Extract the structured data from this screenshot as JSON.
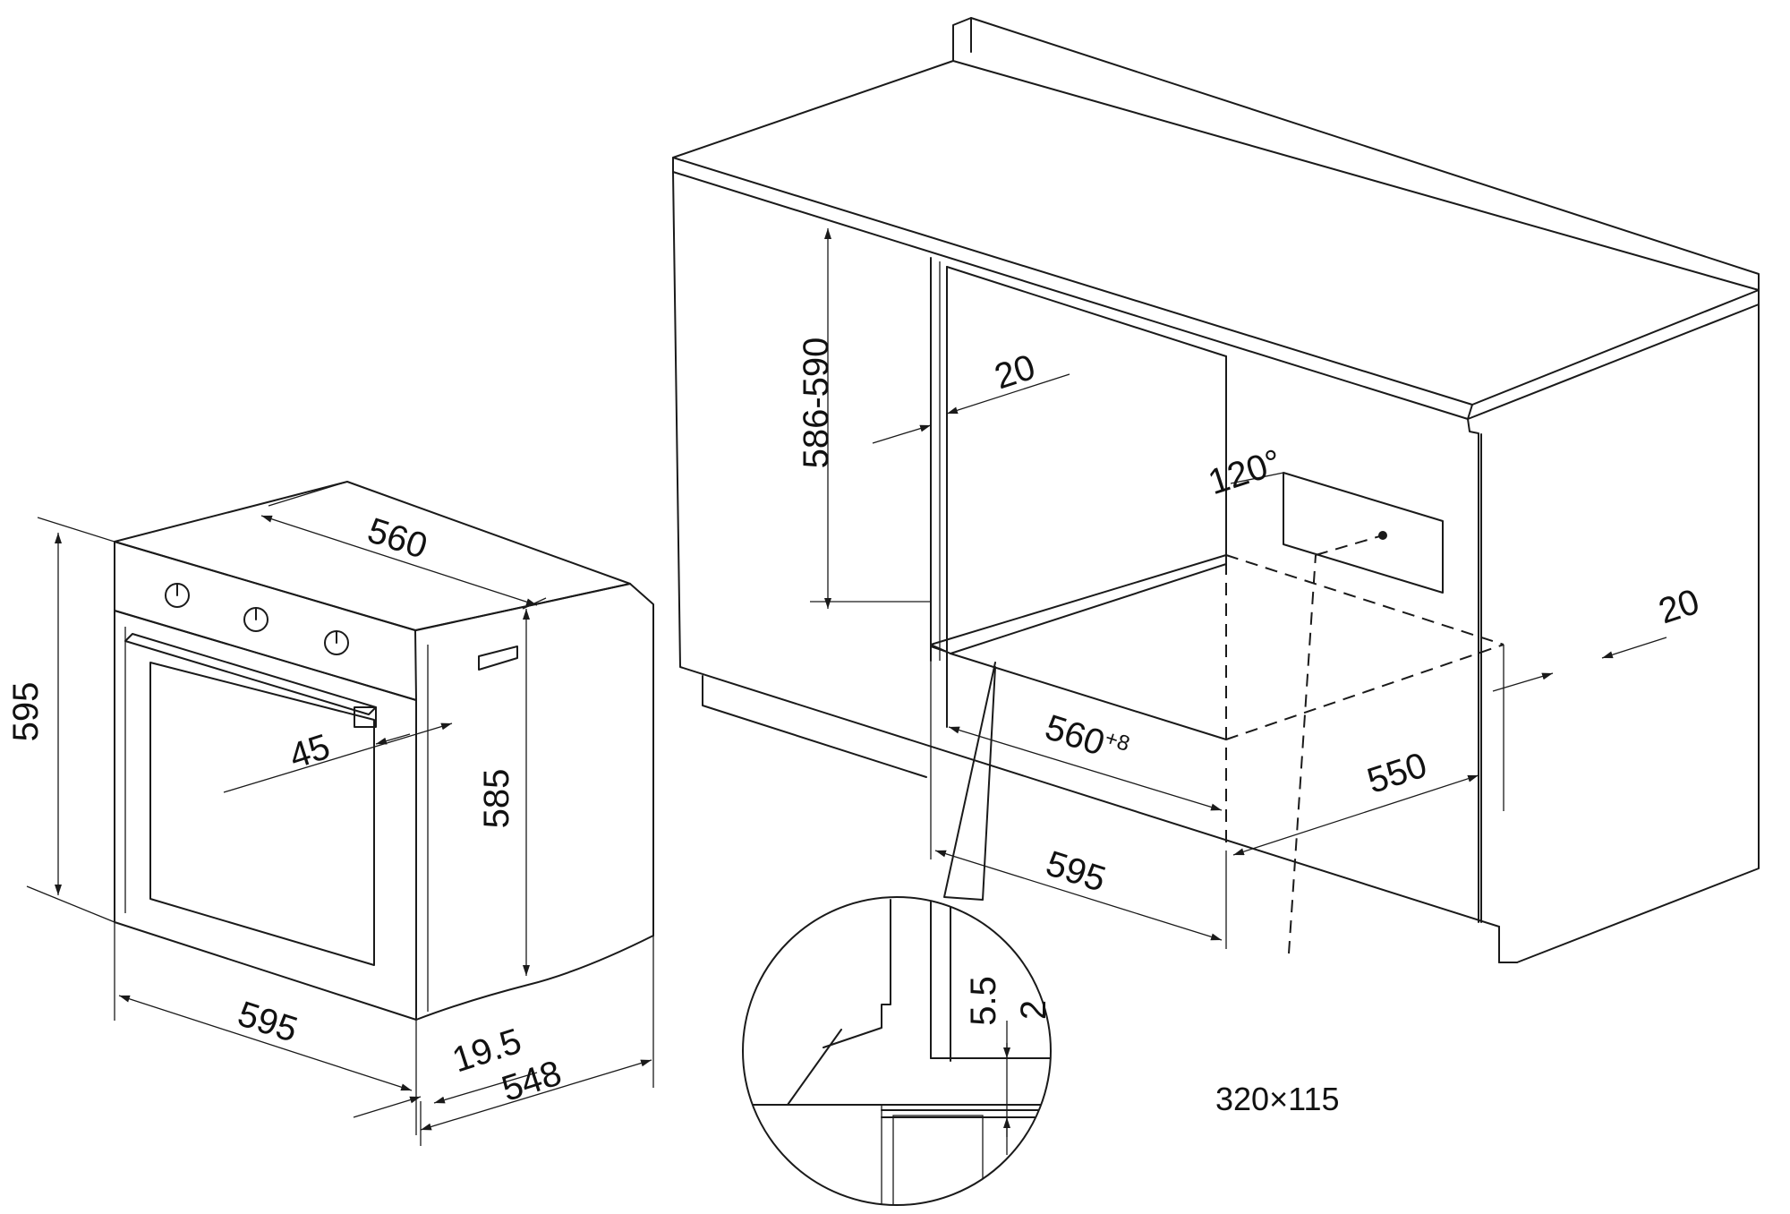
{
  "oven": {
    "width_top": "560",
    "height_overall": "595",
    "height_body": "585",
    "width_front": "595",
    "depth_panel": "19.5",
    "depth_body": "548",
    "handle": "45"
  },
  "cabinet": {
    "niche_height": "586-590",
    "side_clearance_left": "20",
    "vent_angle": "120°",
    "niche_width": "560",
    "niche_width_tolerance": "+8",
    "niche_depth": "550",
    "side_clearance_right": "20",
    "cabinet_width": "595"
  },
  "detail": {
    "gap_a": "5.5",
    "gap_b": "2"
  },
  "cutout": "320×115"
}
